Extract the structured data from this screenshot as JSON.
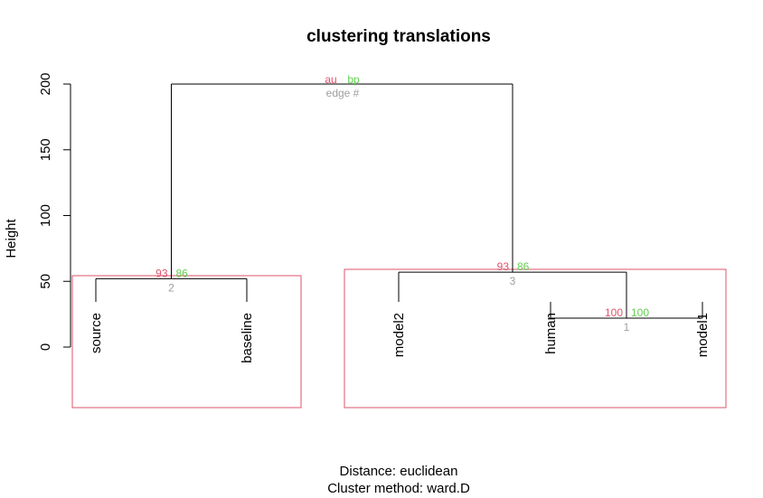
{
  "chart_data": {
    "type": "dendrogram",
    "title": "clustering translations",
    "ylabel": "Height",
    "ylim": [
      0,
      200
    ],
    "yticks": [
      0,
      50,
      100,
      150,
      200
    ],
    "leaves": [
      "source",
      "baseline",
      "model2",
      "human",
      "model1"
    ],
    "merges": [
      {
        "edge": "1",
        "left": "human",
        "right": "model1",
        "height": 22,
        "au": "100",
        "bp": "100"
      },
      {
        "edge": "2",
        "left": "source",
        "right": "baseline",
        "height": 52,
        "au": "93",
        "bp": "86"
      },
      {
        "edge": "3",
        "left": "model2",
        "right": "edge 1",
        "height": 57,
        "au": "93",
        "bp": "86"
      },
      {
        "edge": "",
        "left": "edge 2",
        "right": "edge 3",
        "height": 200
      }
    ],
    "legend": {
      "au": "au",
      "bp": "bp",
      "edge": "edge #"
    },
    "highlighted_clusters": [
      [
        "source",
        "baseline"
      ],
      [
        "model2",
        "human",
        "model1"
      ]
    ],
    "colors": {
      "au": "#DF536B",
      "bp": "#61D04F",
      "edge": "#9E9E9E",
      "rect": "#DF536B",
      "line": "#000000"
    },
    "footer": {
      "distance": "Distance:  euclidean",
      "method": "Cluster method: ward.D"
    }
  }
}
